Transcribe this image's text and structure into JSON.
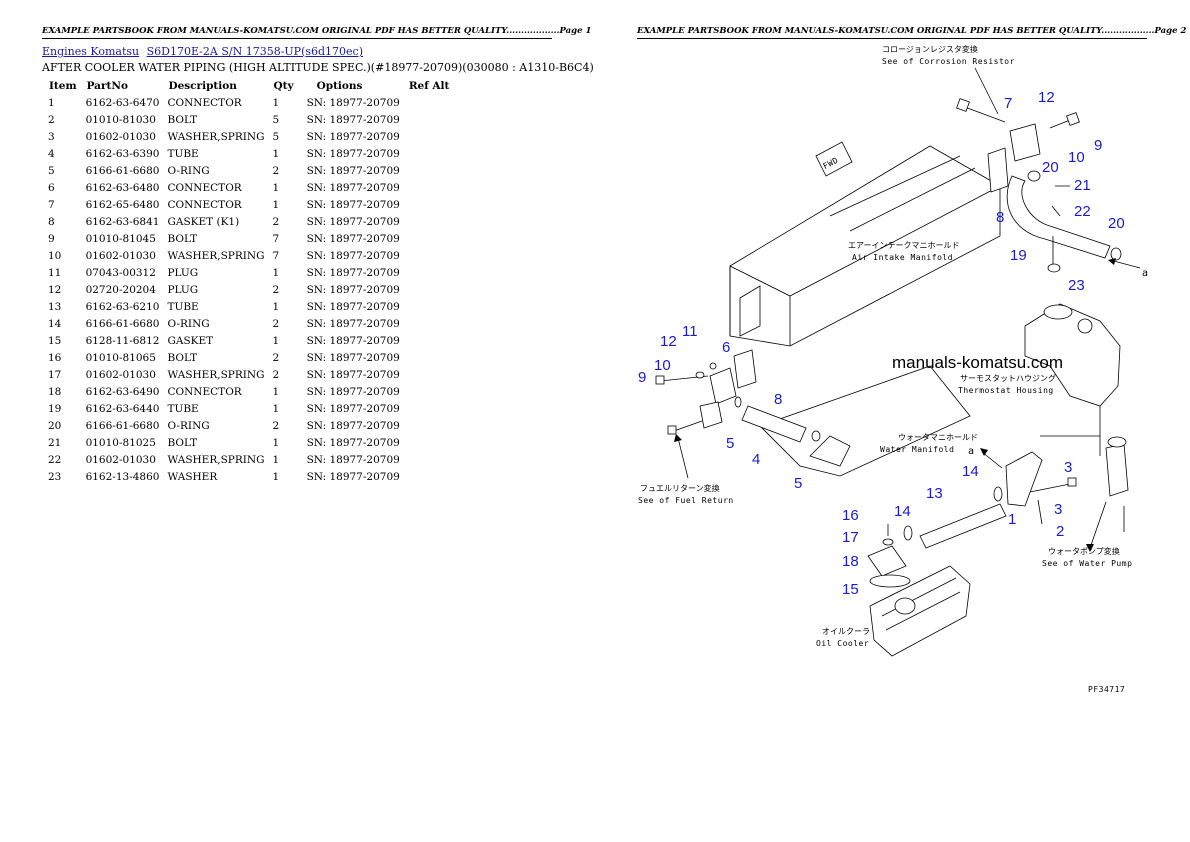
{
  "header": {
    "left": "EXAMPLE PARTSBOOK FROM MANUALS-KOMATSU.COM ORIGINAL PDF HAS BETTER QUALITY..................Page 1",
    "right": "EXAMPLE PARTSBOOK FROM MANUALS-KOMATSU.COM ORIGINAL PDF HAS BETTER QUALITY..................Page 2"
  },
  "breadcrumb": {
    "link1": "Engines Komatsu",
    "link2": "S6D170E-2A S/N 17358-UP(s6d170ec)"
  },
  "subtitle": "AFTER COOLER WATER PIPING (HIGH ALTITUDE SPEC.)(#18977-20709)(030080 : A1310-B6C4)",
  "table": {
    "headers": [
      "Item",
      "PartNo",
      "Description",
      "Qty",
      "Options",
      "Ref Alt"
    ],
    "rows": [
      [
        "1",
        "6162-63-6470",
        "CONNECTOR",
        "1",
        "SN: 18977-20709",
        ""
      ],
      [
        "2",
        "01010-81030",
        "BOLT",
        "5",
        "SN: 18977-20709",
        ""
      ],
      [
        "3",
        "01602-01030",
        "WASHER,SPRING",
        "5",
        "SN: 18977-20709",
        ""
      ],
      [
        "4",
        "6162-63-6390",
        "TUBE",
        "1",
        "SN: 18977-20709",
        ""
      ],
      [
        "5",
        "6166-61-6680",
        "O-RING",
        "2",
        "SN: 18977-20709",
        ""
      ],
      [
        "6",
        "6162-63-6480",
        "CONNECTOR",
        "1",
        "SN: 18977-20709",
        ""
      ],
      [
        "7",
        "6162-65-6480",
        "CONNECTOR",
        "1",
        "SN: 18977-20709",
        ""
      ],
      [
        "8",
        "6162-63-6841",
        "GASKET (K1)",
        "2",
        "SN: 18977-20709",
        ""
      ],
      [
        "9",
        "01010-81045",
        "BOLT",
        "7",
        "SN: 18977-20709",
        ""
      ],
      [
        "10",
        "01602-01030",
        "WASHER,SPRING",
        "7",
        "SN: 18977-20709",
        ""
      ],
      [
        "11",
        "07043-00312",
        "PLUG",
        "1",
        "SN: 18977-20709",
        ""
      ],
      [
        "12",
        "02720-20204",
        "PLUG",
        "2",
        "SN: 18977-20709",
        ""
      ],
      [
        "13",
        "6162-63-6210",
        "TUBE",
        "1",
        "SN: 18977-20709",
        ""
      ],
      [
        "14",
        "6166-61-6680",
        "O-RING",
        "2",
        "SN: 18977-20709",
        ""
      ],
      [
        "15",
        "6128-11-6812",
        "GASKET",
        "1",
        "SN: 18977-20709",
        ""
      ],
      [
        "16",
        "01010-81065",
        "BOLT",
        "2",
        "SN: 18977-20709",
        ""
      ],
      [
        "17",
        "01602-01030",
        "WASHER,SPRING",
        "2",
        "SN: 18977-20709",
        ""
      ],
      [
        "18",
        "6162-63-6490",
        "CONNECTOR",
        "1",
        "SN: 18977-20709",
        ""
      ],
      [
        "19",
        "6162-63-6440",
        "TUBE",
        "1",
        "SN: 18977-20709",
        ""
      ],
      [
        "20",
        "6166-61-6680",
        "O-RING",
        "2",
        "SN: 18977-20709",
        ""
      ],
      [
        "21",
        "01010-81025",
        "BOLT",
        "1",
        "SN: 18977-20709",
        ""
      ],
      [
        "22",
        "01602-01030",
        "WASHER,SPRING",
        "1",
        "SN: 18977-20709",
        ""
      ],
      [
        "23",
        "6162-13-4860",
        "WASHER",
        "1",
        "SN: 18977-20709",
        ""
      ]
    ]
  },
  "diagram": {
    "watermark": "manuals-komatsu.com",
    "figure_code": "PF34717",
    "fwd": "FWD",
    "arrow_label": "a",
    "refs": {
      "corrosion_jp": "コロージョンレジスタ変換",
      "corrosion_en": "See of Corrosion Resistor",
      "intake_jp": "エアーインテークマニホールド",
      "intake_en": "Air Intake Manifold",
      "thermo_jp": "サーモスタットハウジング",
      "thermo_en": "Thermostat Housing",
      "water_man_jp": "ウォータマニホールド",
      "water_man_en": "Water Manifold",
      "fuel_jp": "フュエルリターン変換",
      "fuel_en": "See of Fuel Return",
      "pump_jp": "ウォータポンプ変換",
      "pump_en": "See of Water Pump",
      "oil_jp": "オイルクーラ",
      "oil_en": "Oil Cooler"
    },
    "callouts": [
      "1",
      "2",
      "3",
      "4",
      "5",
      "6",
      "7",
      "8",
      "9",
      "10",
      "11",
      "12",
      "13",
      "14",
      "15",
      "16",
      "17",
      "18",
      "19",
      "20",
      "21",
      "22",
      "23"
    ]
  }
}
